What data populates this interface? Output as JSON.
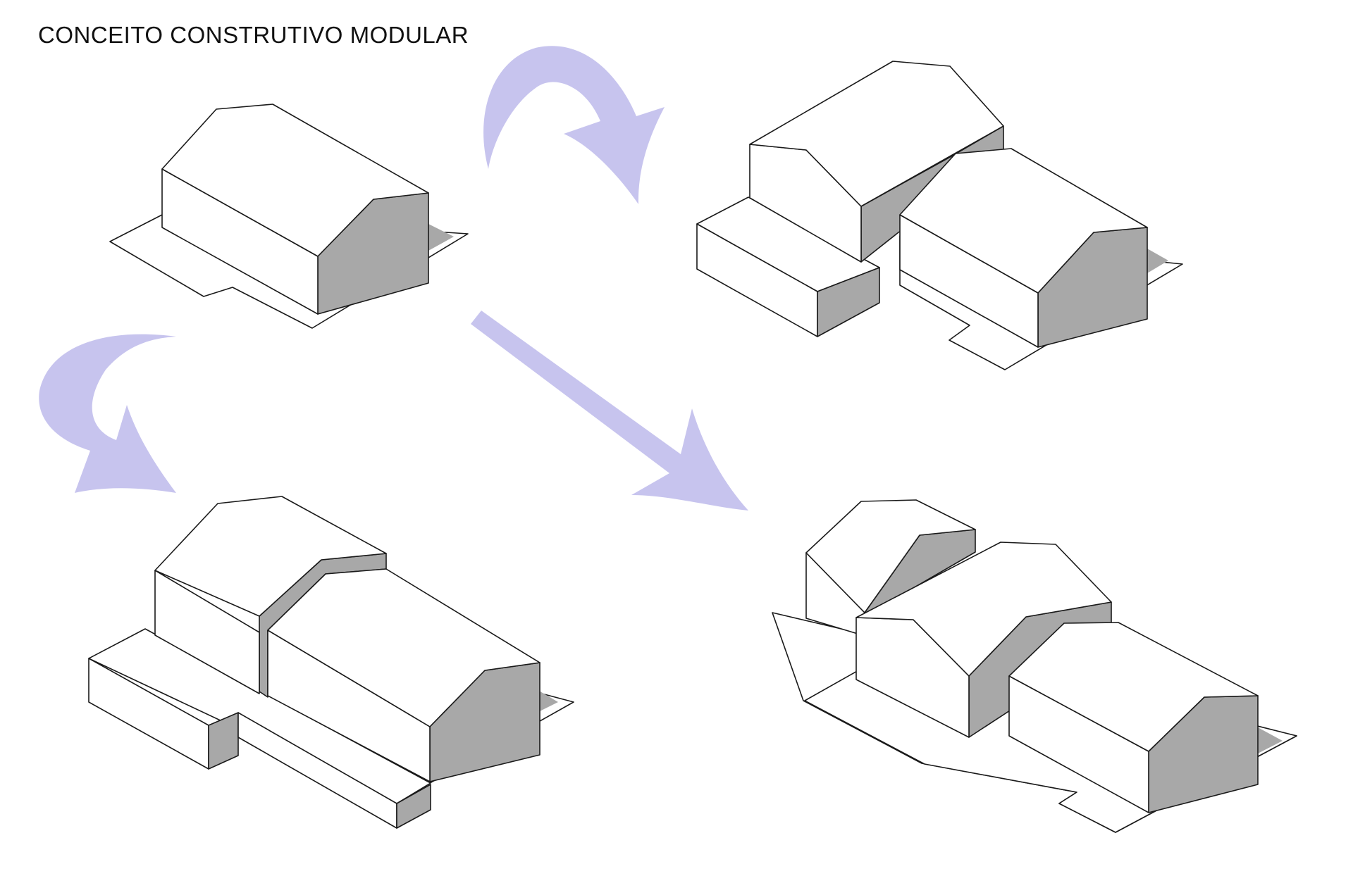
{
  "title": "CONCEITO CONSTRUTIVO MODULAR",
  "colors": {
    "arrow": "#c7c4ee",
    "shade": "#a8a8a8",
    "face": "#ffffff",
    "line": "#1a1a1a"
  },
  "modules": [
    {
      "id": "single-module",
      "label": ""
    },
    {
      "id": "two-modules-side-annex",
      "label": ""
    },
    {
      "id": "two-modules-joined-with-base",
      "label": ""
    },
    {
      "id": "three-modules-staggered",
      "label": ""
    }
  ]
}
